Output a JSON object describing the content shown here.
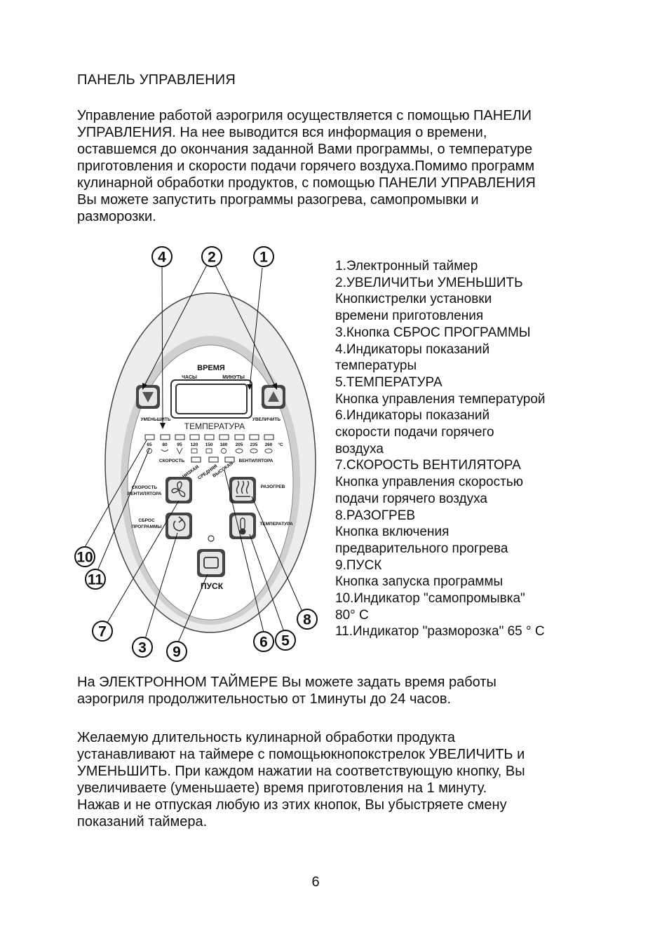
{
  "heading": "ПАНЕЛЬ УПРАВЛЕНИЯ",
  "intro_lines": [
    "Управление работой аэрогриля осуществляется с помощью ПАНЕЛИ",
    "УПРАВЛЕНИЯ. На нее выводится вся информация о времени,",
    "оставшемся до окончания заданной Вами программы, о температуре",
    "приготовления и скорости подачи горячего воздуха.Помимо программ",
    "кулинарной обработки продуктов, с  помощью ПАНЕЛИ УПРАВЛЕНИЯ",
    "Вы можете запустить программы разогрева, самопромывки и",
    "разморозки."
  ],
  "panel": {
    "time_label": "ВРЕМЯ",
    "hours_label": "ЧАСЫ",
    "minutes_label": "МИНУТЫ",
    "decrease_label": "УМЕНЬШИТЬ",
    "increase_label": "УВЕЛИЧИТЬ",
    "temperature_title": "ТЕМПЕРАТУРА",
    "temps": [
      "65",
      "80",
      "95",
      "120",
      "150",
      "180",
      "205",
      "235",
      "260"
    ],
    "temp_unit": "°C",
    "speed_label": "СКОРОСТЬ",
    "fan_label": "ВЕНТИЛЯТОРА",
    "speed_low": "НИЗКАЯ",
    "speed_mid": "СРЕДНЯЯ",
    "speed_high": "ВЫСОКАЯ",
    "fan_btn_label_1": "СКОРОСТЬ",
    "fan_btn_label_2": "ВЕНТИЛЯТОРА",
    "reset_label_1": "СБРОС",
    "reset_label_2": "ПРОГРАММЫ",
    "reheat_label": "РАЗОГРЕВ",
    "temp_btn_label": "ТЕМПЕРАТУРА",
    "start_label": "ПУСК",
    "callouts": [
      "1",
      "2",
      "3",
      "4",
      "5",
      "6",
      "7",
      "8",
      "9",
      "10",
      "11"
    ]
  },
  "legend_lines": [
    "1.Электронный таймер",
    "2.УВЕЛИЧИТЬи  УМЕНЬШИТЬ",
    "Кнопкистрелки  установки",
    "времени приготовления",
    "3.Кнопка  СБРОС  ПРОГРАММЫ",
    "4.Индикаторы показаний",
    "температуры",
    "5.ТЕМПЕРАТУРА",
    "Кнопка управления температурой",
    "6.Индикаторы  показаний",
    "скорости подачи горячего",
    "воздуха",
    " 7.СКОРОСТЬ  ВЕНТИЛЯТОРА",
    "Кнопка управления скоростью",
    "подачи горячего воздуха",
    "8.РАЗОГРЕВ",
    "Кнопка включения",
    "предварительного прогрева",
    "9.ПУСК",
    "Кнопка запуска программы",
    "10.Индикатор \"самопромывка\"",
    "80° С",
    "11.Индикатор \"разморозка\" 65 ° С"
  ],
  "para1_lines": [
    "На ЭЛЕКТРОННОМ  ТАЙМЕРЕ Вы можете  задать время работы",
    "аэрогриля продолжительностью от  1минуты до 24 часов."
  ],
  "para2_lines": [
    "Желаемую длительность кулинарной обработки продукта",
    "устанавливают на таймере с помощьюкнопокстрелок УВЕЛИЧИТЬ и",
    "УМЕНЬШИТЬ.  При каждом нажатии на соответствующую кнопку, Вы",
    "увеличиваете (уменьшаете) время приготовления на 1 минуту.",
    " Нажав и не отпуская любую из этих кнопок, Вы убыстряете смену",
    "показаний таймера."
  ],
  "page_number": "6"
}
